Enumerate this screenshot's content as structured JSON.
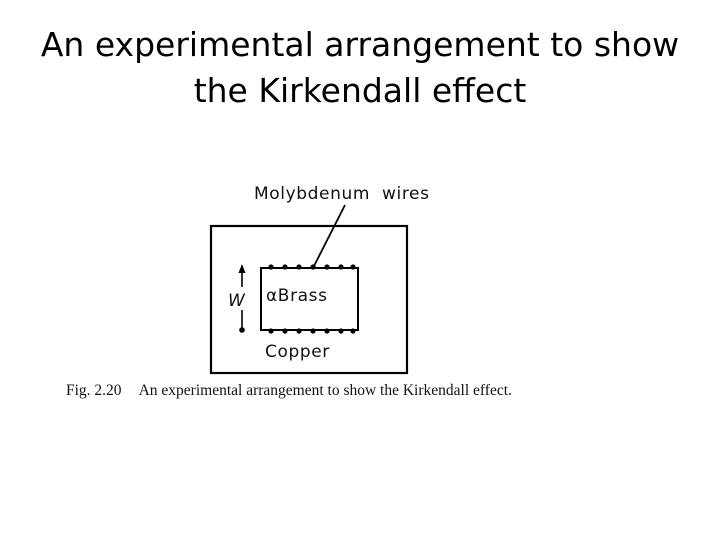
{
  "title": {
    "line1": "An experimental arrangement to show",
    "line2": "the Kirkendall effect"
  },
  "diagram": {
    "wires_label": "Molybdenum  wires",
    "width_label": "W",
    "brass_label": "αBrass",
    "copper_label": "Copper"
  },
  "caption": {
    "number": "Fig. 2.20",
    "text": "An experimental arrangement to show the Kirkendall effect."
  }
}
